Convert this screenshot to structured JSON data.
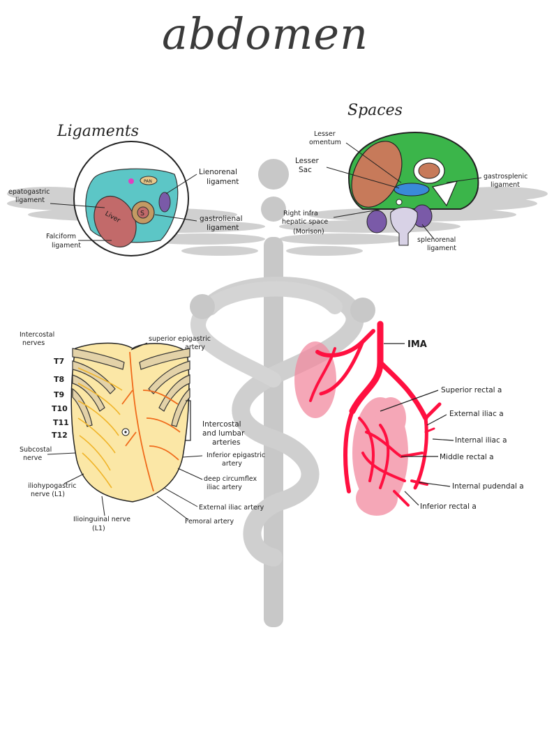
{
  "title": "abdomen",
  "colors": {
    "caduceus_gray": "#c8c8c8",
    "ligament_bg": "#5cc6c6",
    "liver": "#c26a6a",
    "spaces_green": "#3bb54a",
    "spaces_organ": "#c77a5a",
    "kidney_purple": "#7a5aa8",
    "skin": "#fbe7a6",
    "rib": "#e3d2a8",
    "nerve": "#f0b429",
    "artery_orange": "#f06a1a",
    "red_artery": "#ff1040",
    "red_halo": "#f28aa0"
  },
  "ligaments": {
    "heading": "Ligaments",
    "spleen_label": "PAN",
    "liver_label": "Liver",
    "stomach_label": "S",
    "labels": {
      "hepatogastric": [
        "epatogastric",
        "ligament"
      ],
      "lienorenal": [
        "Lienorenal",
        "ligament"
      ],
      "gastrolienal": [
        "gastrolienal",
        "ligament"
      ],
      "falciform": [
        "Falciform",
        "ligament"
      ]
    }
  },
  "spaces": {
    "heading": "Spaces",
    "labels": {
      "lesser_omentum": [
        "Lesser",
        "omentum"
      ],
      "lesser_sac": [
        "Lesser",
        "Sac"
      ],
      "gastrosplenic": [
        "gastrosplenic",
        "ligament"
      ],
      "right_infra": [
        "Right infra",
        "hepatic space",
        "(Morison)"
      ],
      "splenorenal": [
        "splenorenal",
        "ligament"
      ]
    }
  },
  "wall": {
    "labels": {
      "intercostal_nerves": [
        "Intercostal",
        "nerves"
      ],
      "superior_epigastric": [
        "superior epigastric",
        "artery"
      ],
      "t_levels": [
        "T7",
        "T8",
        "T9",
        "T10",
        "T11",
        "T12"
      ],
      "subcostal": [
        "Subcostal",
        "nerve"
      ],
      "intercostal_lumbar": [
        "Intercostal",
        "and lumbar",
        "arteries"
      ],
      "inferior_epigastric": [
        "Inferior epigastric",
        "artery"
      ],
      "deep_circumflex": [
        "deep circumflex",
        "iliac artery"
      ],
      "external_iliac_artery": "External iliac artery",
      "femoral": "Femoral artery",
      "iliohypogastric": [
        "iliohypogastric",
        "nerve (L1)"
      ],
      "ilioinguinal": [
        "Ilioinguinal nerve",
        "(L1)"
      ]
    }
  },
  "rectal": {
    "labels": {
      "ima": "IMA",
      "superior_rectal": "Superior rectal a",
      "external_iliac": "External iliac a",
      "internal_iliac": "Internal iliac a",
      "middle_rectal": "Middle rectal a",
      "internal_pudendal": "Internal pudendal a",
      "inferior_rectal": "Inferior rectal a"
    }
  }
}
